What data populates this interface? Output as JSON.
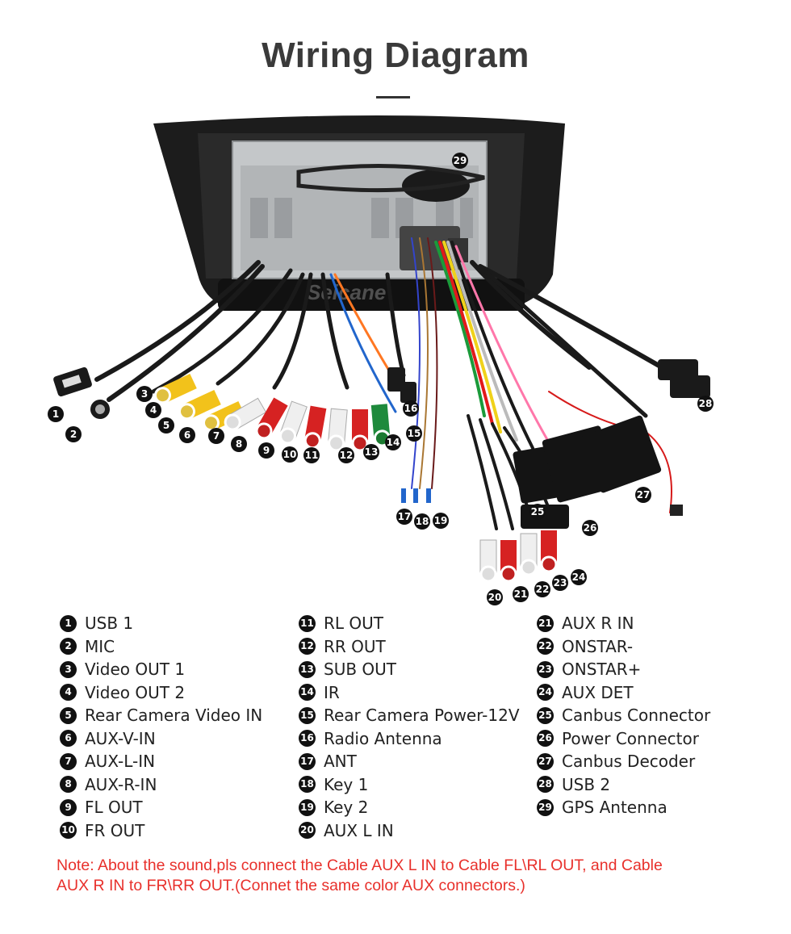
{
  "title": "Wiring Diagram",
  "watermark": "Seicane",
  "legend_col1": [
    {
      "num": "1",
      "label": "USB 1"
    },
    {
      "num": "2",
      "label": "MIC"
    },
    {
      "num": "3",
      "label": "Video OUT 1"
    },
    {
      "num": "4",
      "label": "Video OUT 2"
    },
    {
      "num": "5",
      "label": "Rear Camera Video IN"
    },
    {
      "num": "6",
      "label": "AUX-V-IN"
    },
    {
      "num": "7",
      "label": "AUX-L-IN"
    },
    {
      "num": "8",
      "label": "AUX-R-IN"
    },
    {
      "num": "9",
      "label": "FL OUT"
    },
    {
      "num": "10",
      "label": "FR OUT"
    }
  ],
  "legend_col2": [
    {
      "num": "11",
      "label": "RL OUT"
    },
    {
      "num": "12",
      "label": "RR OUT"
    },
    {
      "num": "13",
      "label": "SUB OUT"
    },
    {
      "num": "14",
      "label": "IR"
    },
    {
      "num": "15",
      "label": "Rear Camera Power-12V"
    },
    {
      "num": "16",
      "label": "Radio Antenna"
    },
    {
      "num": "17",
      "label": "ANT"
    },
    {
      "num": "18",
      "label": "Key 1"
    },
    {
      "num": "19",
      "label": "Key 2"
    },
    {
      "num": "20",
      "label": "AUX L IN"
    }
  ],
  "legend_col3": [
    {
      "num": "21",
      "label": "AUX R IN"
    },
    {
      "num": "22",
      "label": "ONSTAR-"
    },
    {
      "num": "23",
      "label": "ONSTAR+"
    },
    {
      "num": "24",
      "label": "AUX DET"
    },
    {
      "num": "25",
      "label": "Canbus Connector"
    },
    {
      "num": "26",
      "label": "Power Connector"
    },
    {
      "num": "27",
      "label": "Canbus Decoder"
    },
    {
      "num": "28",
      "label": "USB 2"
    },
    {
      "num": "29",
      "label": "GPS Antenna"
    }
  ],
  "callout_numbers": [
    "1",
    "2",
    "3",
    "4",
    "5",
    "6",
    "7",
    "8",
    "9",
    "10",
    "11",
    "12",
    "13",
    "14",
    "15",
    "16",
    "17",
    "18",
    "19",
    "20",
    "21",
    "22",
    "23",
    "24",
    "25",
    "26",
    "27",
    "28",
    "29"
  ],
  "note_line1": "Note: About the sound,pls connect the Cable AUX L IN to Cable FL\\RL OUT, and Cable",
  "note_line2": "AUX R IN to  FR\\RR OUT.(Connet the same color AUX connectors.)",
  "colors": {
    "note": "#e8302b",
    "title": "#3a3a3a",
    "badge": "#111111",
    "frame": "#1a1a1a",
    "rca_yellow": "#f2c21b",
    "rca_red": "#d62222",
    "rca_white": "#efefef",
    "rca_green": "#1e8a3c"
  }
}
